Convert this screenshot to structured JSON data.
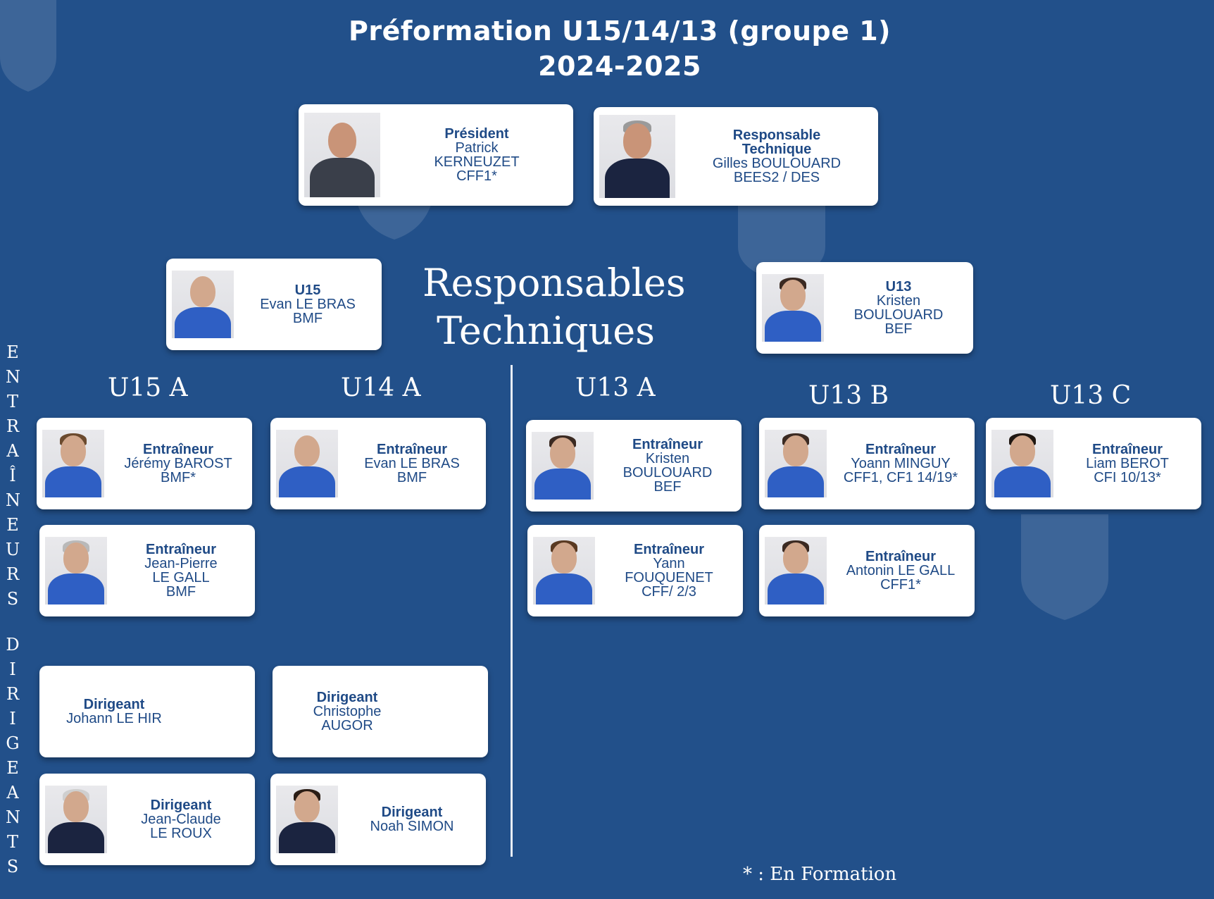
{
  "header": {
    "title_line1": "Préformation U15/14/13 (groupe 1)",
    "title_line2": "2024-2025"
  },
  "top_cards": [
    {
      "role": "Président",
      "lines": [
        "Patrick",
        "KERNEUZET",
        "CFF1*"
      ]
    },
    {
      "role": "Responsable",
      "role2": "Technique",
      "lines": [
        "Gilles BOULOUARD",
        "BEES2 / DES"
      ]
    }
  ],
  "responsables": {
    "heading_line1": "Responsables",
    "heading_line2": "Techniques",
    "u15": {
      "role": "U15",
      "lines": [
        "Evan LE BRAS",
        "BMF"
      ]
    },
    "u13": {
      "role": "U13",
      "lines": [
        "Kristen",
        "BOULOUARD",
        "BEF"
      ]
    }
  },
  "vertical_labels": {
    "entraineurs": [
      "E",
      "N",
      "T",
      "R",
      "A",
      "Î",
      "N",
      "E",
      "U",
      "R",
      "S"
    ],
    "dirigeants": [
      "D",
      "I",
      "R",
      "I",
      "G",
      "E",
      "A",
      "N",
      "T",
      "S"
    ]
  },
  "teams": {
    "u15a": {
      "label": "U15 A",
      "coaches": [
        {
          "role": "Entraîneur",
          "lines": [
            "Jérémy BAROST",
            "BMF*"
          ]
        },
        {
          "role": "Entraîneur",
          "lines": [
            "Jean-Pierre",
            "LE GALL",
            "BMF"
          ]
        }
      ],
      "managers": [
        {
          "role": "Dirigeant",
          "lines": [
            "Johann  LE HIR"
          ]
        },
        {
          "role": "Dirigeant",
          "lines": [
            "Jean-Claude",
            "LE ROUX"
          ]
        }
      ]
    },
    "u14a": {
      "label": "U14 A",
      "coaches": [
        {
          "role": "Entraîneur",
          "lines": [
            "Evan LE BRAS",
            "BMF"
          ]
        }
      ],
      "managers": [
        {
          "role": "Dirigeant",
          "lines": [
            "Christophe",
            "AUGOR"
          ]
        },
        {
          "role": "Dirigeant",
          "lines": [
            "Noah SIMON"
          ]
        }
      ]
    },
    "u13a": {
      "label": "U13 A",
      "coaches": [
        {
          "role": "Entraîneur",
          "lines": [
            "Kristen",
            "BOULOUARD",
            "BEF"
          ]
        },
        {
          "role": "Entraîneur",
          "lines": [
            "Yann",
            "FOUQUENET",
            "CFF/ 2/3"
          ]
        }
      ]
    },
    "u13b": {
      "label": "U13 B",
      "coaches": [
        {
          "role": "Entraîneur",
          "lines": [
            "Yoann  MINGUY",
            "CFF1, CF1 14/19*"
          ]
        },
        {
          "role": "Entraîneur",
          "lines": [
            "Antonin LE GALL",
            "CFF1*"
          ]
        }
      ]
    },
    "u13c": {
      "label": "U13 C",
      "coaches": [
        {
          "role": "Entraîneur",
          "lines": [
            "Liam BEROT",
            "CFI 10/13*"
          ]
        }
      ]
    }
  },
  "footnote": "* : En Formation",
  "colors": {
    "background": "#22508a",
    "card_text": "#1f4a86",
    "jersey": "#2f5fc4"
  }
}
